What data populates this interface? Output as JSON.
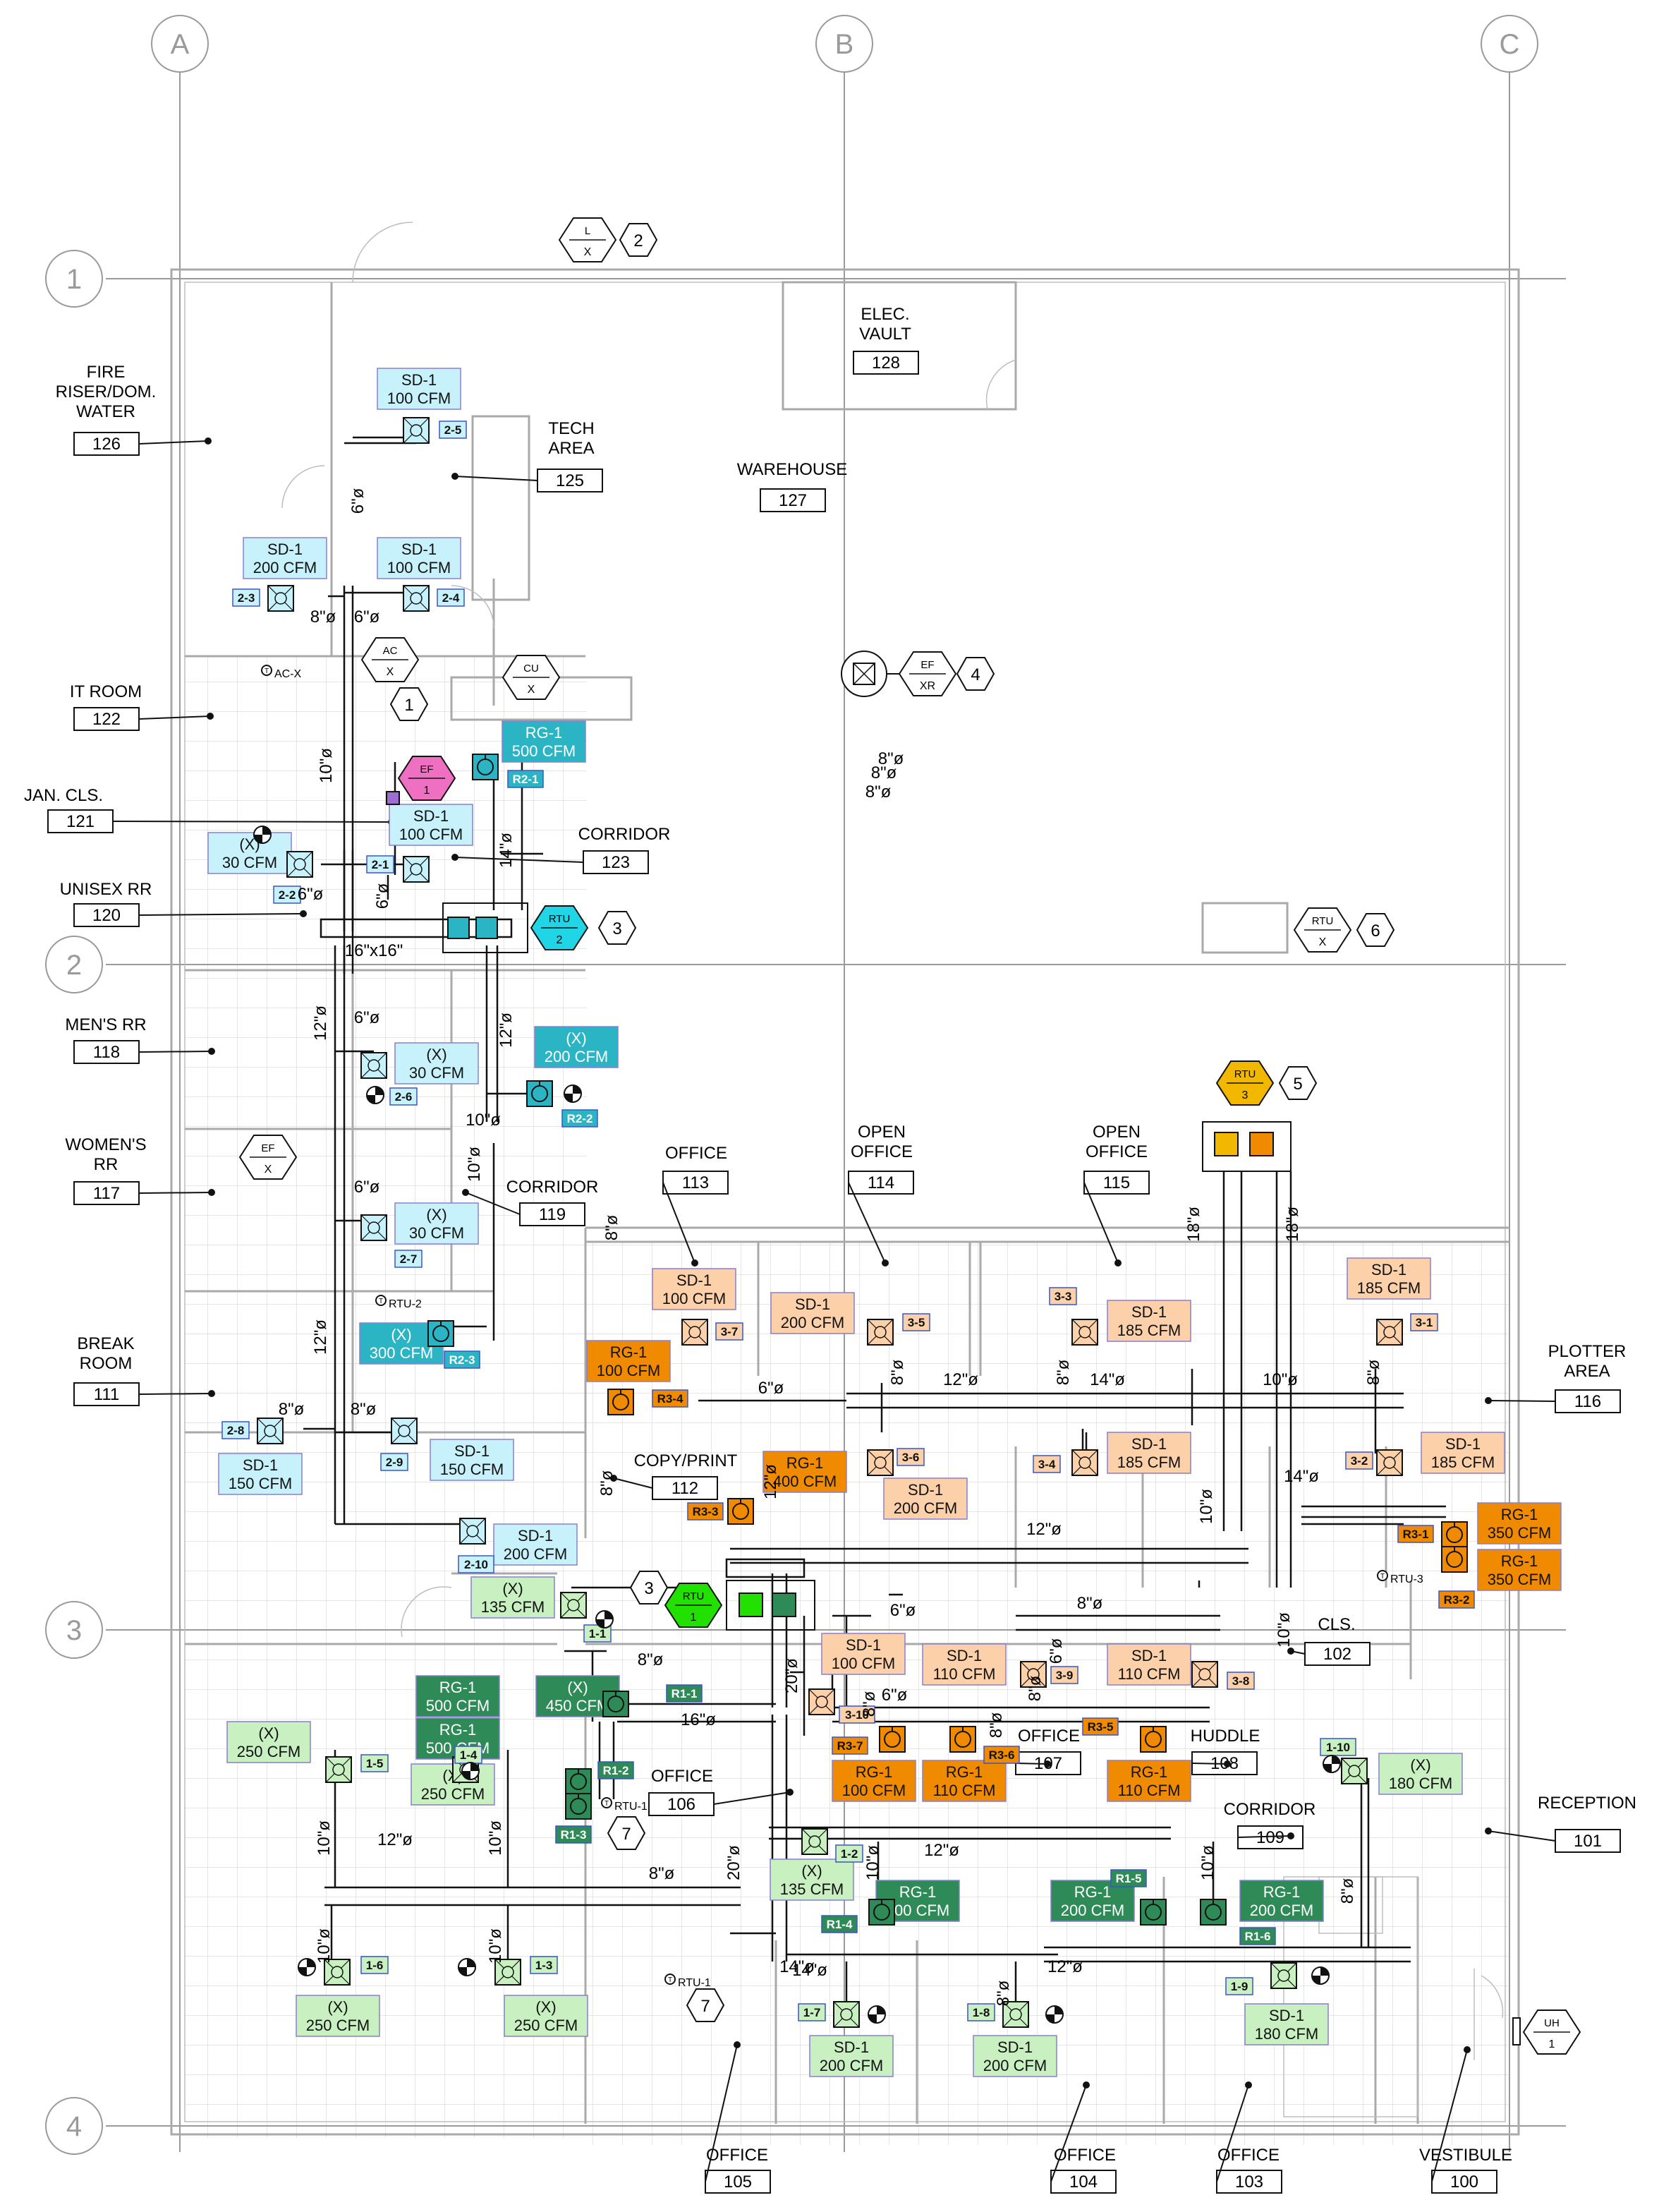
{
  "colors": {
    "rtu1_supply": "#c8f0c0",
    "rtu1_return": "#2e8b57",
    "rtu2_supply": "#c8f2fb",
    "rtu2_return": "#2bb5c4",
    "rtu3_supply": "#fcd0a8",
    "rtu3_return": "#f08a00",
    "ef1": "#ef6fc2",
    "rtu2_unit": "#1fd5e6",
    "rtu3_unit": "#f2b800",
    "rtu1_unit": "#22e000"
  },
  "grid": {
    "columns": [
      {
        "label": "A"
      },
      {
        "label": "B"
      },
      {
        "label": "C"
      }
    ],
    "rows": [
      {
        "label": "1"
      },
      {
        "label": "2"
      },
      {
        "label": "3"
      },
      {
        "label": "4"
      }
    ]
  },
  "rooms": [
    {
      "name": "FIRE RISER/DOM. WATER",
      "lines": [
        "FIRE",
        "RISER/DOM.",
        "WATER"
      ],
      "number": "126"
    },
    {
      "name": "TECH AREA",
      "lines": [
        "TECH",
        "AREA"
      ],
      "number": "125"
    },
    {
      "name": "WAREHOUSE",
      "lines": [
        "WAREHOUSE"
      ],
      "number": "127"
    },
    {
      "name": "ELEC. VAULT",
      "lines": [
        "ELEC.",
        "VAULT"
      ],
      "number": "128"
    },
    {
      "name": "IT ROOM",
      "lines": [
        "IT ROOM"
      ],
      "number": "122"
    },
    {
      "name": "JAN. CLS.",
      "lines": [
        "JAN. CLS."
      ],
      "number": "121"
    },
    {
      "name": "CORRIDOR",
      "lines": [
        "CORRIDOR"
      ],
      "number": "123"
    },
    {
      "name": "UNISEX RR",
      "lines": [
        "UNISEX RR"
      ],
      "number": "120"
    },
    {
      "name": "MEN'S RR",
      "lines": [
        "MEN'S RR"
      ],
      "number": "118"
    },
    {
      "name": "WOMEN'S RR",
      "lines": [
        "WOMEN'S",
        "RR"
      ],
      "number": "117"
    },
    {
      "name": "CORRIDOR",
      "lines": [
        "CORRIDOR"
      ],
      "number": "119"
    },
    {
      "name": "OFFICE",
      "lines": [
        "OFFICE"
      ],
      "number": "113"
    },
    {
      "name": "OPEN OFFICE",
      "lines": [
        "OPEN",
        "OFFICE"
      ],
      "number": "114"
    },
    {
      "name": "OPEN OFFICE",
      "lines": [
        "OPEN",
        "OFFICE"
      ],
      "number": "115"
    },
    {
      "name": "PLOTTER AREA",
      "lines": [
        "PLOTTER",
        "AREA"
      ],
      "number": "116"
    },
    {
      "name": "BREAK ROOM",
      "lines": [
        "BREAK",
        "ROOM"
      ],
      "number": "111"
    },
    {
      "name": "COPY/PRINT",
      "lines": [
        "COPY/PRINT"
      ],
      "number": "112"
    },
    {
      "name": "CLS.",
      "lines": [
        "CLS."
      ],
      "number": "102"
    },
    {
      "name": "OFFICE",
      "lines": [
        "OFFICE"
      ],
      "number": "107"
    },
    {
      "name": "HUDDLE",
      "lines": [
        "HUDDLE"
      ],
      "number": "108"
    },
    {
      "name": "OFFICE",
      "lines": [
        "OFFICE"
      ],
      "number": "106"
    },
    {
      "name": "CORRIDOR",
      "lines": [
        "CORRIDOR"
      ],
      "number": "109"
    },
    {
      "name": "RECEPTION",
      "lines": [
        "RECEPTION"
      ],
      "number": "101"
    },
    {
      "name": "OFFICE",
      "lines": [
        "OFFICE"
      ],
      "number": "105"
    },
    {
      "name": "OFFICE",
      "lines": [
        "OFFICE"
      ],
      "number": "104"
    },
    {
      "name": "OFFICE",
      "lines": [
        "OFFICE"
      ],
      "number": "103"
    },
    {
      "name": "VESTIBULE",
      "lines": [
        "VESTIBULE"
      ],
      "number": "100"
    }
  ],
  "equipment": [
    {
      "top": "L",
      "bottom": "X",
      "keynote": "2"
    },
    {
      "top": "AC",
      "bottom": "X",
      "keynote": "1"
    },
    {
      "top": "CU",
      "bottom": "X",
      "keynote": ""
    },
    {
      "top": "EF",
      "bottom": "XR",
      "keynote": "4"
    },
    {
      "top": "EF",
      "bottom": "1",
      "keynote": ""
    },
    {
      "top": "RTU",
      "bottom": "2",
      "keynote": "3"
    },
    {
      "top": "RTU",
      "bottom": "X",
      "keynote": "6"
    },
    {
      "top": "RTU",
      "bottom": "3",
      "keynote": "5"
    },
    {
      "top": "EF",
      "bottom": "X",
      "keynote": ""
    },
    {
      "top": "RTU",
      "bottom": "1",
      "keynote": "3"
    },
    {
      "top": "UH",
      "bottom": "1",
      "keynote": ""
    }
  ],
  "thermostats": [
    "AC-X",
    "RTU-2",
    "RTU-3",
    "RTU-1",
    "RTU-1"
  ],
  "keynotes": [
    "7",
    "7"
  ],
  "diffusers": [
    {
      "tag": "2-5",
      "line1": "SD-1",
      "line2": "100  CFM"
    },
    {
      "tag": "2-3",
      "line1": "SD-1",
      "line2": "200  CFM"
    },
    {
      "tag": "2-4",
      "line1": "SD-1",
      "line2": "100  CFM"
    },
    {
      "tag": "R2-1",
      "line1": "RG-1",
      "line2": "500  CFM"
    },
    {
      "tag": "2-1",
      "line1": "SD-1",
      "line2": "100  CFM"
    },
    {
      "tag": "2-2",
      "line1": "(X)",
      "line2": "30  CFM"
    },
    {
      "tag": "2-6",
      "line1": "(X)",
      "line2": "30  CFM"
    },
    {
      "tag": "R2-2",
      "line1": "(X)",
      "line2": "200  CFM"
    },
    {
      "tag": "2-7",
      "line1": "(X)",
      "line2": "30  CFM"
    },
    {
      "tag": "R2-3",
      "line1": "(X)",
      "line2": "300  CFM"
    },
    {
      "tag": "2-8",
      "line1": "SD-1",
      "line2": "150  CFM"
    },
    {
      "tag": "2-9",
      "line1": "SD-1",
      "line2": "150  CFM"
    },
    {
      "tag": "2-10",
      "line1": "SD-1",
      "line2": "200  CFM"
    },
    {
      "tag": "3-7",
      "line1": "SD-1",
      "line2": "100  CFM"
    },
    {
      "tag": "R3-4",
      "line1": "RG-1",
      "line2": "100  CFM"
    },
    {
      "tag": "3-5",
      "line1": "SD-1",
      "line2": "200  CFM"
    },
    {
      "tag": "3-3",
      "line1": "SD-1",
      "line2": "185  CFM"
    },
    {
      "tag": "3-1",
      "line1": "SD-1",
      "line2": "185  CFM"
    },
    {
      "tag": "3-6",
      "line1": "SD-1",
      "line2": "200  CFM"
    },
    {
      "tag": "3-4",
      "line1": "SD-1",
      "line2": "185  CFM"
    },
    {
      "tag": "3-2",
      "line1": "SD-1",
      "line2": "185  CFM"
    },
    {
      "tag": "R3-3",
      "line1": "RG-1",
      "line2": "400  CFM"
    },
    {
      "tag": "R3-1",
      "line1": "RG-1",
      "line2": "350  CFM"
    },
    {
      "tag": "R3-2",
      "line1": "RG-1",
      "line2": "350  CFM"
    },
    {
      "tag": "1-1",
      "line1": "(X)",
      "line2": "135  CFM"
    },
    {
      "tag": "R1-1",
      "line1": "(X)",
      "line2": "450  CFM"
    },
    {
      "tag": "R1-2",
      "line1": "RG-1",
      "line2": "500  CFM"
    },
    {
      "tag": "R1-3",
      "line1": "RG-1",
      "line2": "500  CFM"
    },
    {
      "tag": "3-10",
      "line1": "SD-1",
      "line2": "100  CFM"
    },
    {
      "tag": "3-9",
      "line1": "SD-1",
      "line2": "110  CFM"
    },
    {
      "tag": "3-8",
      "line1": "SD-1",
      "line2": "110  CFM"
    },
    {
      "tag": "R3-7",
      "line1": "RG-1",
      "line2": "100  CFM"
    },
    {
      "tag": "R3-6",
      "line1": "RG-1",
      "line2": "110  CFM"
    },
    {
      "tag": "R3-5",
      "line1": "RG-1",
      "line2": "110  CFM"
    },
    {
      "tag": "1-5",
      "line1": "(X)",
      "line2": "250  CFM"
    },
    {
      "tag": "1-4",
      "line1": "(X)",
      "line2": "250  CFM"
    },
    {
      "tag": "1-2",
      "line1": "(X)",
      "line2": "135  CFM"
    },
    {
      "tag": "R1-4",
      "line1": "RG-1",
      "line2": "200  CFM"
    },
    {
      "tag": "R1-5",
      "line1": "RG-1",
      "line2": "200  CFM"
    },
    {
      "tag": "R1-6",
      "line1": "RG-1",
      "line2": "200  CFM"
    },
    {
      "tag": "1-10",
      "line1": "(X)",
      "line2": "180  CFM"
    },
    {
      "tag": "1-6",
      "line1": "(X)",
      "line2": "250  CFM"
    },
    {
      "tag": "1-3",
      "line1": "(X)",
      "line2": "250  CFM"
    },
    {
      "tag": "1-7",
      "line1": "SD-1",
      "line2": "200  CFM"
    },
    {
      "tag": "1-8",
      "line1": "SD-1",
      "line2": "200  CFM"
    },
    {
      "tag": "1-9",
      "line1": "SD-1",
      "line2": "180  CFM"
    }
  ],
  "duct_sizes": [
    "6\"ø",
    "8\"ø",
    "6\"ø",
    "10\"ø",
    "14\"ø",
    "6\"ø",
    "6\"ø",
    "16\"x16\"",
    "12\"ø",
    "6\"ø",
    "12\"ø",
    "10\"ø",
    "10\"ø",
    "6\"ø",
    "12\"ø",
    "8\"ø",
    "8\"ø",
    "8\"ø",
    "8\"ø",
    "6\"ø",
    "12\"ø",
    "8\"ø",
    "14\"ø",
    "10\"ø",
    "8\"ø",
    "8\"ø",
    "8\"ø",
    "8\"ø",
    "14\"ø",
    "18\"ø",
    "18\"ø",
    "8\"ø",
    "12\"ø",
    "12\"ø",
    "10\"ø",
    "6\"ø",
    "8\"ø",
    "8\"ø",
    "20\"ø",
    "16\"ø",
    "6\"ø",
    "8\"ø",
    "8\"ø",
    "6\"ø",
    "10\"ø",
    "8\"ø",
    "20\"ø",
    "12\"ø",
    "10\"ø",
    "10\"ø",
    "8\"ø",
    "10\"ø",
    "10\"ø",
    "12\"ø",
    "14\"ø",
    "10\"ø",
    "10\"ø",
    "14\"ø",
    "8\"ø",
    "12\"ø",
    "8\"ø"
  ]
}
